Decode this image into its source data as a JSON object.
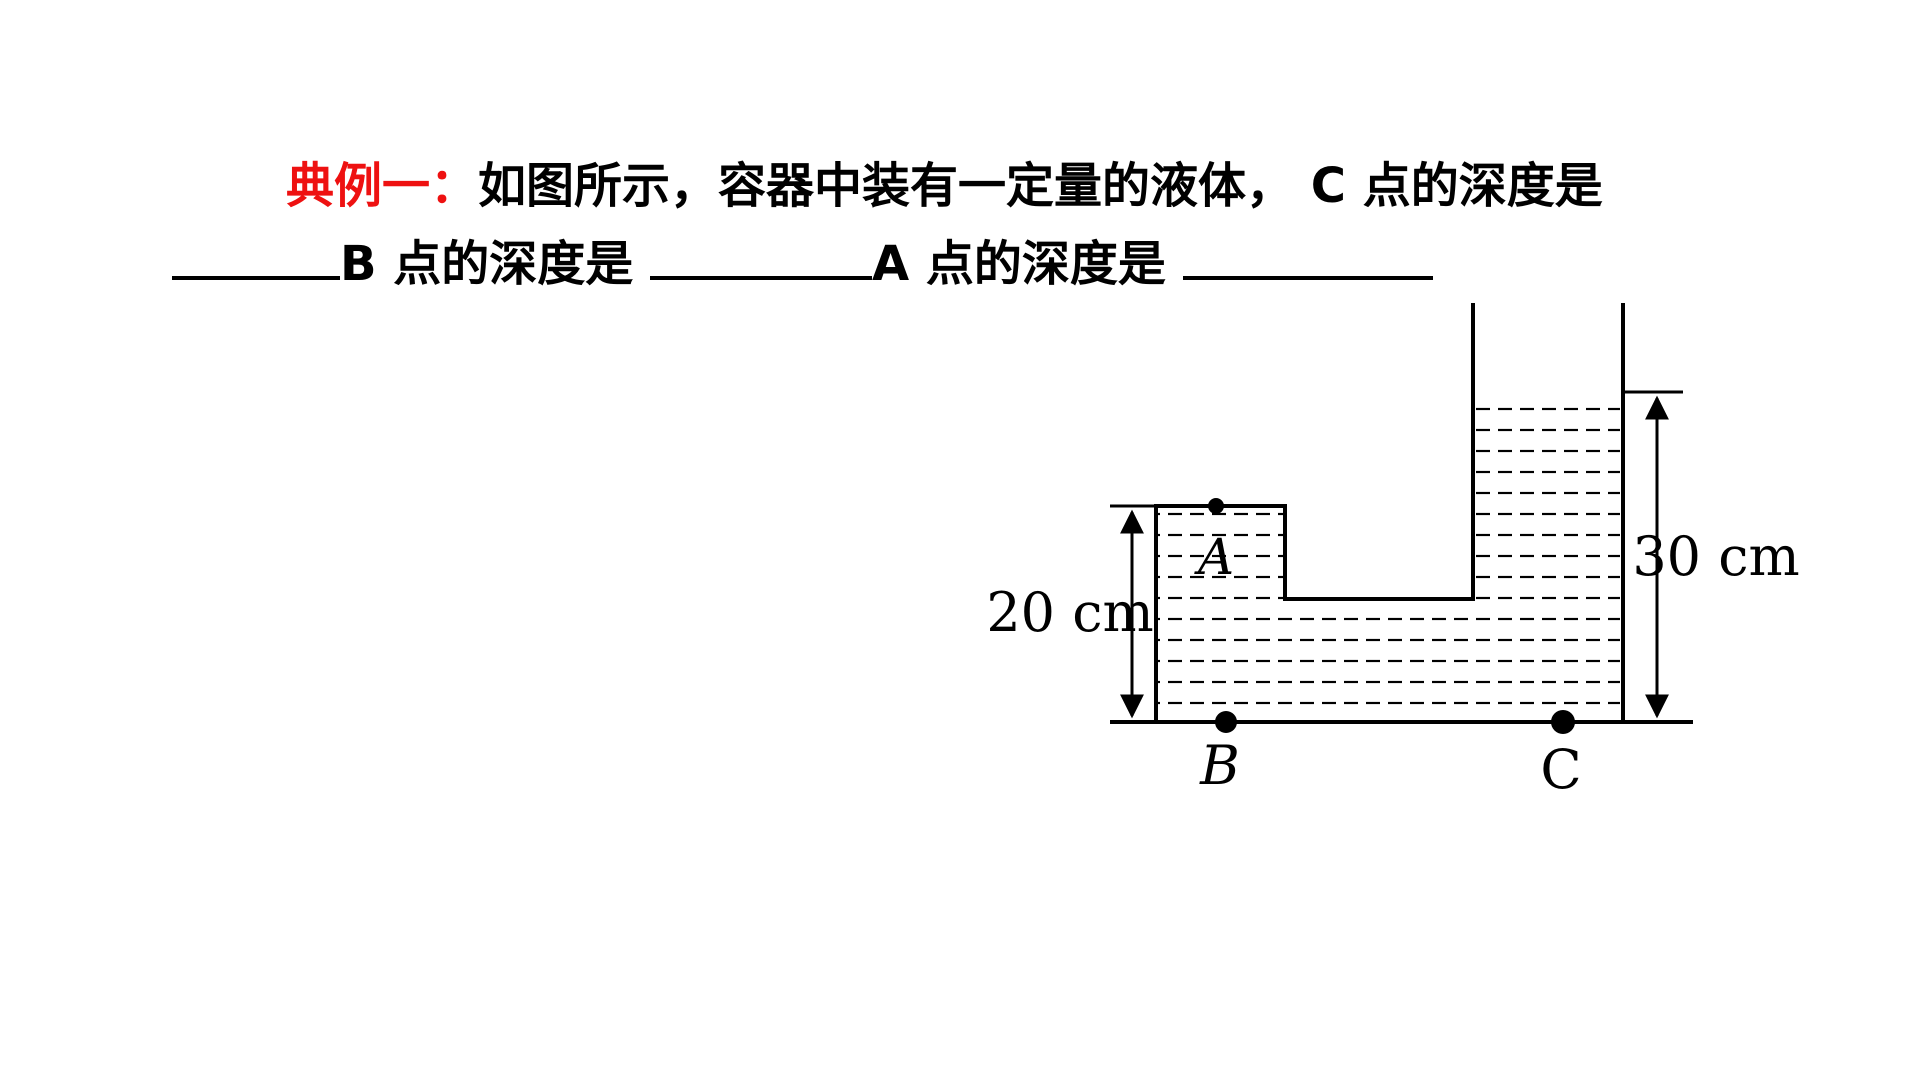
{
  "question": {
    "label": "典例一：",
    "text_1": "如图所示，容器中装有一定量的液体，",
    "c_text": "C 点的深度是",
    "b_text": "B 点的深度是",
    "a_text": "A 点的深度是"
  },
  "diagram": {
    "left_height_label": "20 cm",
    "right_height_label": "30 cm",
    "point_a": "A",
    "point_b": "B",
    "point_c": "C"
  },
  "colors": {
    "label": "#ee1111",
    "ink": "#000000",
    "background": "#ffffff"
  }
}
